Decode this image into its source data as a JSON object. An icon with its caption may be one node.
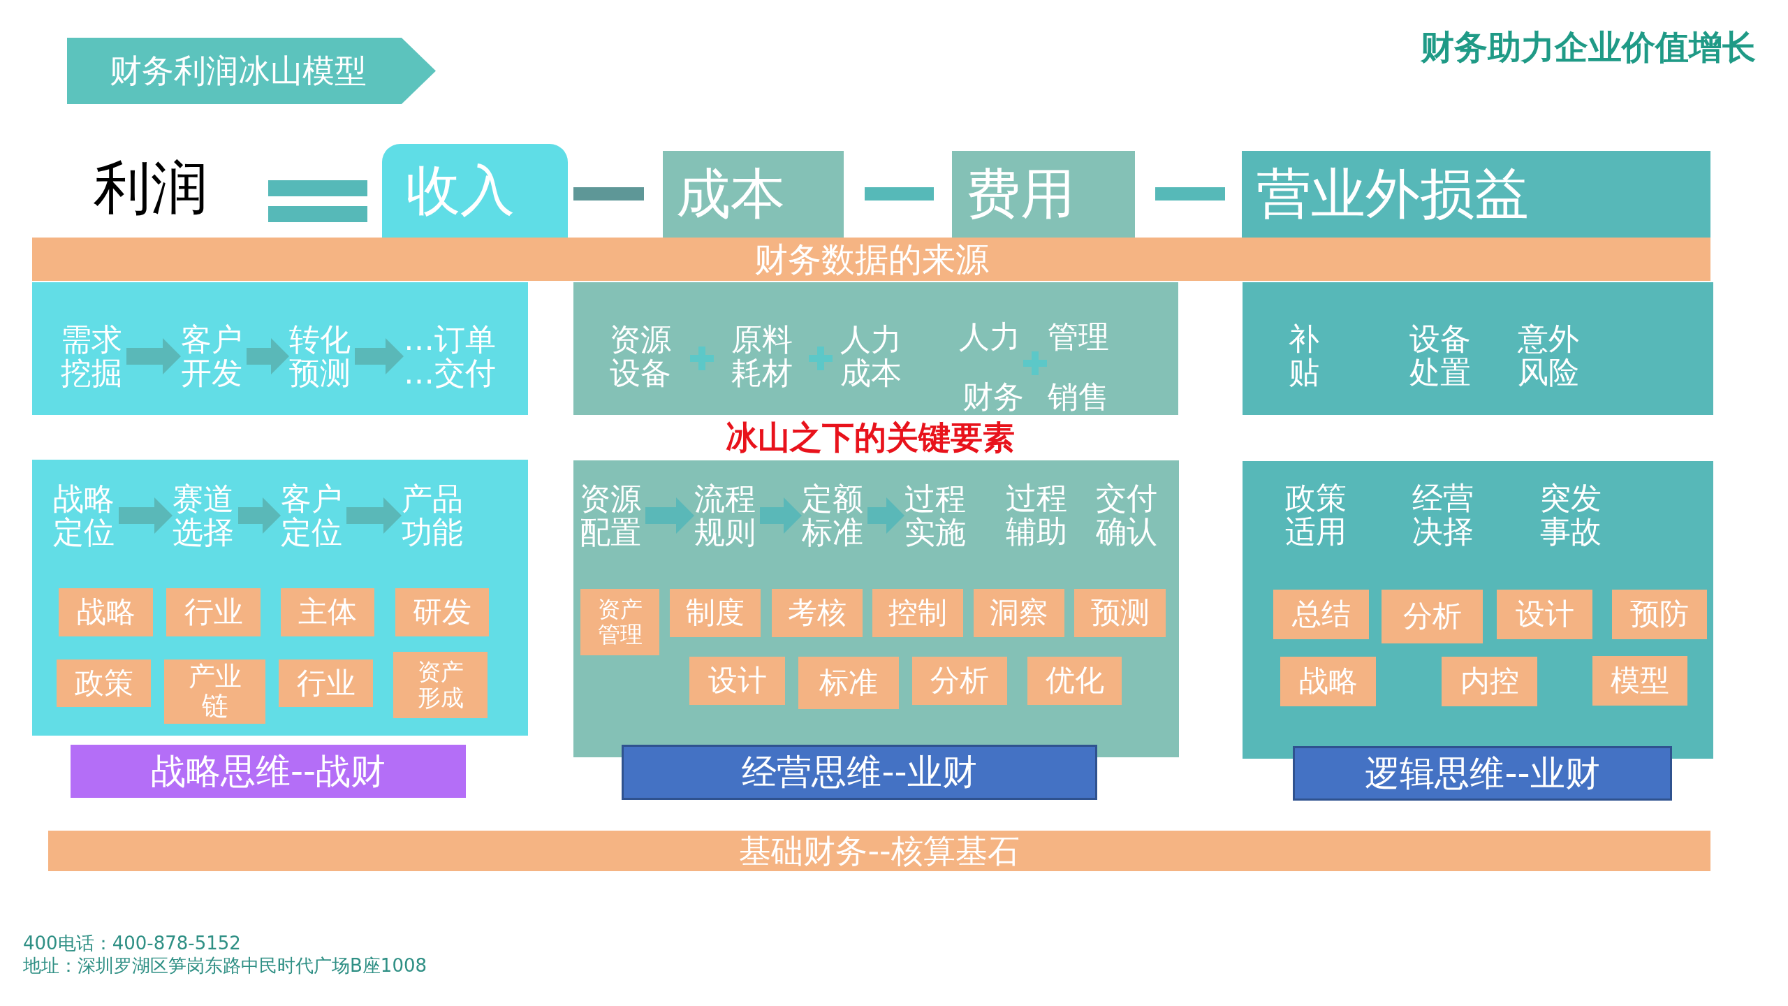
{
  "diagram": {
    "title": "财务利润冰山模型",
    "nodes": [
      {
        "text": [
          "收入"
        ]
      },
      {
        "text": [
          "成本"
        ]
      },
      {
        "text": [
          "费用"
        ]
      },
      {
        "text": [
          "营业外损益"
        ]
      },
      {
        "text": [
          "财务数据的来源"
        ]
      },
      {
        "text": [],
        "shape": "box"
      },
      {
        "text": [
          "需求挖掘"
        ],
        "in": 5
      },
      {
        "text": [
          "客户开发"
        ],
        "in": 5
      },
      {
        "text": [
          "转化预测"
        ],
        "in": 5
      },
      {
        "text": [
          "…订单…交付"
        ],
        "in": 5
      },
      {
        "text": [
          "资源设备",
          "原料耗材",
          "人力成本",
          "人力",
          "管理",
          "财务",
          "销售"
        ]
      },
      {
        "text": [
          "补贴",
          "设备处置",
          "意外风险"
        ]
      },
      {
        "text": [],
        "shape": "box"
      },
      {
        "text": [
          "战略定位"
        ],
        "in": 12
      },
      {
        "text": [
          "赛道选择"
        ],
        "in": 12
      },
      {
        "text": [
          "客户定位"
        ],
        "in": 12
      },
      {
        "text": [
          "产品功能"
        ],
        "in": 12
      },
      {
        "text": [
          "战略"
        ],
        "in": 12
      },
      {
        "text": [
          "行业"
        ],
        "in": 12
      },
      {
        "text": [
          "主体"
        ],
        "in": 12
      },
      {
        "text": [
          "研发"
        ],
        "in": 12
      },
      {
        "text": [
          "政策"
        ],
        "in": 12
      },
      {
        "text": [
          "产业链"
        ],
        "in": 12
      },
      {
        "text": [
          "行业"
        ],
        "in": 12
      },
      {
        "text": [
          "资产形成"
        ],
        "in": 12
      },
      {
        "text": [
          "过程辅助",
          "交付确认"
        ]
      },
      {
        "text": [
          "资源配置"
        ],
        "in": 25
      },
      {
        "text": [
          "流程规则"
        ],
        "in": 25
      },
      {
        "text": [
          "定额标准"
        ],
        "in": 25
      },
      {
        "text": [
          "过程实施"
        ],
        "in": 25
      },
      {
        "text": [
          "资产管理"
        ],
        "in": 25
      },
      {
        "text": [
          "制度"
        ],
        "in": 25
      },
      {
        "text": [
          "考核"
        ],
        "in": 25
      },
      {
        "text": [
          "控制"
        ],
        "in": 25
      },
      {
        "text": [
          "洞察"
        ],
        "in": 25
      },
      {
        "text": [
          "预测"
        ],
        "in": 25
      },
      {
        "text": [
          "设计"
        ],
        "in": 25
      },
      {
        "text": [
          "标准"
        ],
        "in": 25
      },
      {
        "text": [
          "分析"
        ],
        "in": 25
      },
      {
        "text": [
          "优化"
        ],
        "in": 25
      },
      {
        "text": [
          "政策适用",
          "经营决择",
          "突发事故"
        ]
      },
      {
        "text": [
          "总结"
        ],
        "in": 40
      },
      {
        "text": [
          "分析"
        ],
        "in": 40
      },
      {
        "text": [
          "设计"
        ],
        "in": 40
      },
      {
        "text": [
          "预防"
        ],
        "in": 40
      },
      {
        "text": [
          "战略"
        ],
        "in": 40
      },
      {
        "text": [
          "内控"
        ],
        "in": 40
      },
      {
        "text": [
          "模型"
        ],
        "in": 40
      },
      {
        "text": [
          "战略思维--战财"
        ]
      },
      {
        "text": [
          "经营思维--业财"
        ]
      },
      {
        "text": [
          "逻辑思维--业财"
        ]
      },
      {
        "text": [
          "基础财务--核算基石"
        ]
      }
    ],
    "edges": [
      {
        "from": 6,
        "to": 7,
        "arrow": "to"
      },
      {
        "from": 7,
        "to": 8,
        "arrow": "to"
      },
      {
        "from": 8,
        "to": 9,
        "arrow": "to"
      },
      {
        "from": 13,
        "to": 14,
        "arrow": "to"
      },
      {
        "from": 14,
        "to": 15,
        "arrow": "to"
      },
      {
        "from": 15,
        "to": 16,
        "arrow": "to"
      },
      {
        "from": 26,
        "to": 27,
        "arrow": "to"
      },
      {
        "from": 27,
        "to": 28,
        "arrow": "to"
      },
      {
        "from": 28,
        "to": 29,
        "arrow": "to"
      }
    ],
    "labels": [
      "财务助力企业价值增长",
      "利润",
      "冰山之下的关键要素",
      "400电话：400-878-5152",
      "地址：深圳罗湖区笋岗东路中民时代广场B座1008"
    ]
  }
}
